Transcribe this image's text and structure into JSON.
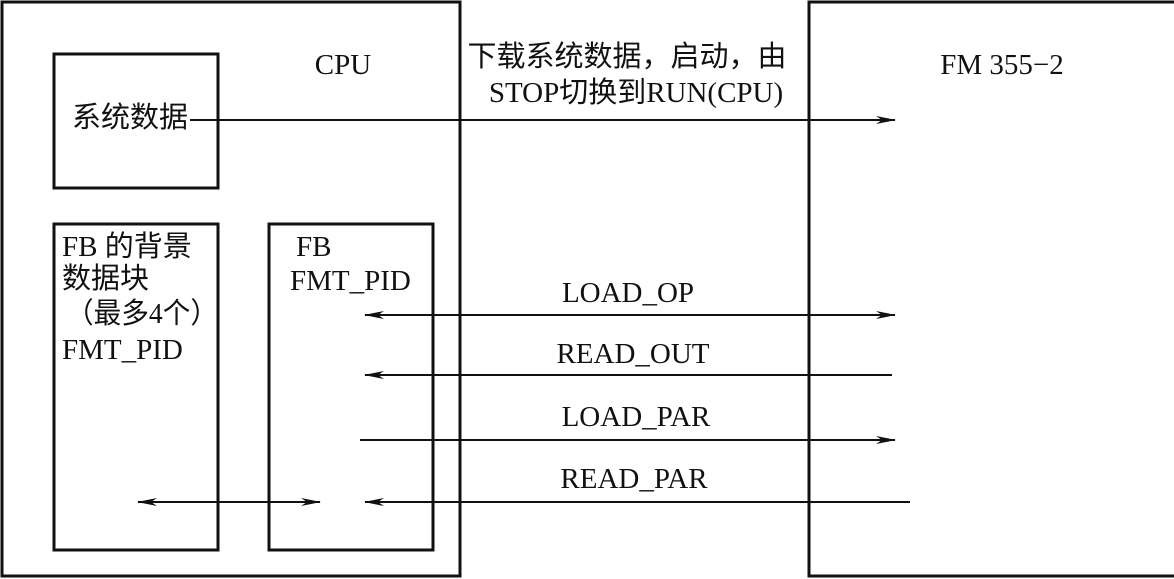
{
  "cpu": {
    "title": "CPU",
    "system_data_label": "系统数据",
    "instance_db_lines": [
      "FB 的背景",
      "数据块",
      "（最多4个）",
      "FMT_PID"
    ],
    "fb_lines": [
      "FB",
      "FMT_PID"
    ]
  },
  "module": {
    "title": "FM 355−2"
  },
  "download_note": [
    "下载系统数据，启动，由",
    "STOP切换到RUN(CPU)"
  ],
  "signals": [
    {
      "label": "LOAD_OP",
      "direction": "both"
    },
    {
      "label": "READ_OUT",
      "direction": "to-cpu"
    },
    {
      "label": "LOAD_PAR",
      "direction": "to-module"
    },
    {
      "label": "READ_PAR",
      "direction": "to-cpu"
    }
  ],
  "colors": {
    "line": "#111111",
    "background": "#ffffff"
  }
}
